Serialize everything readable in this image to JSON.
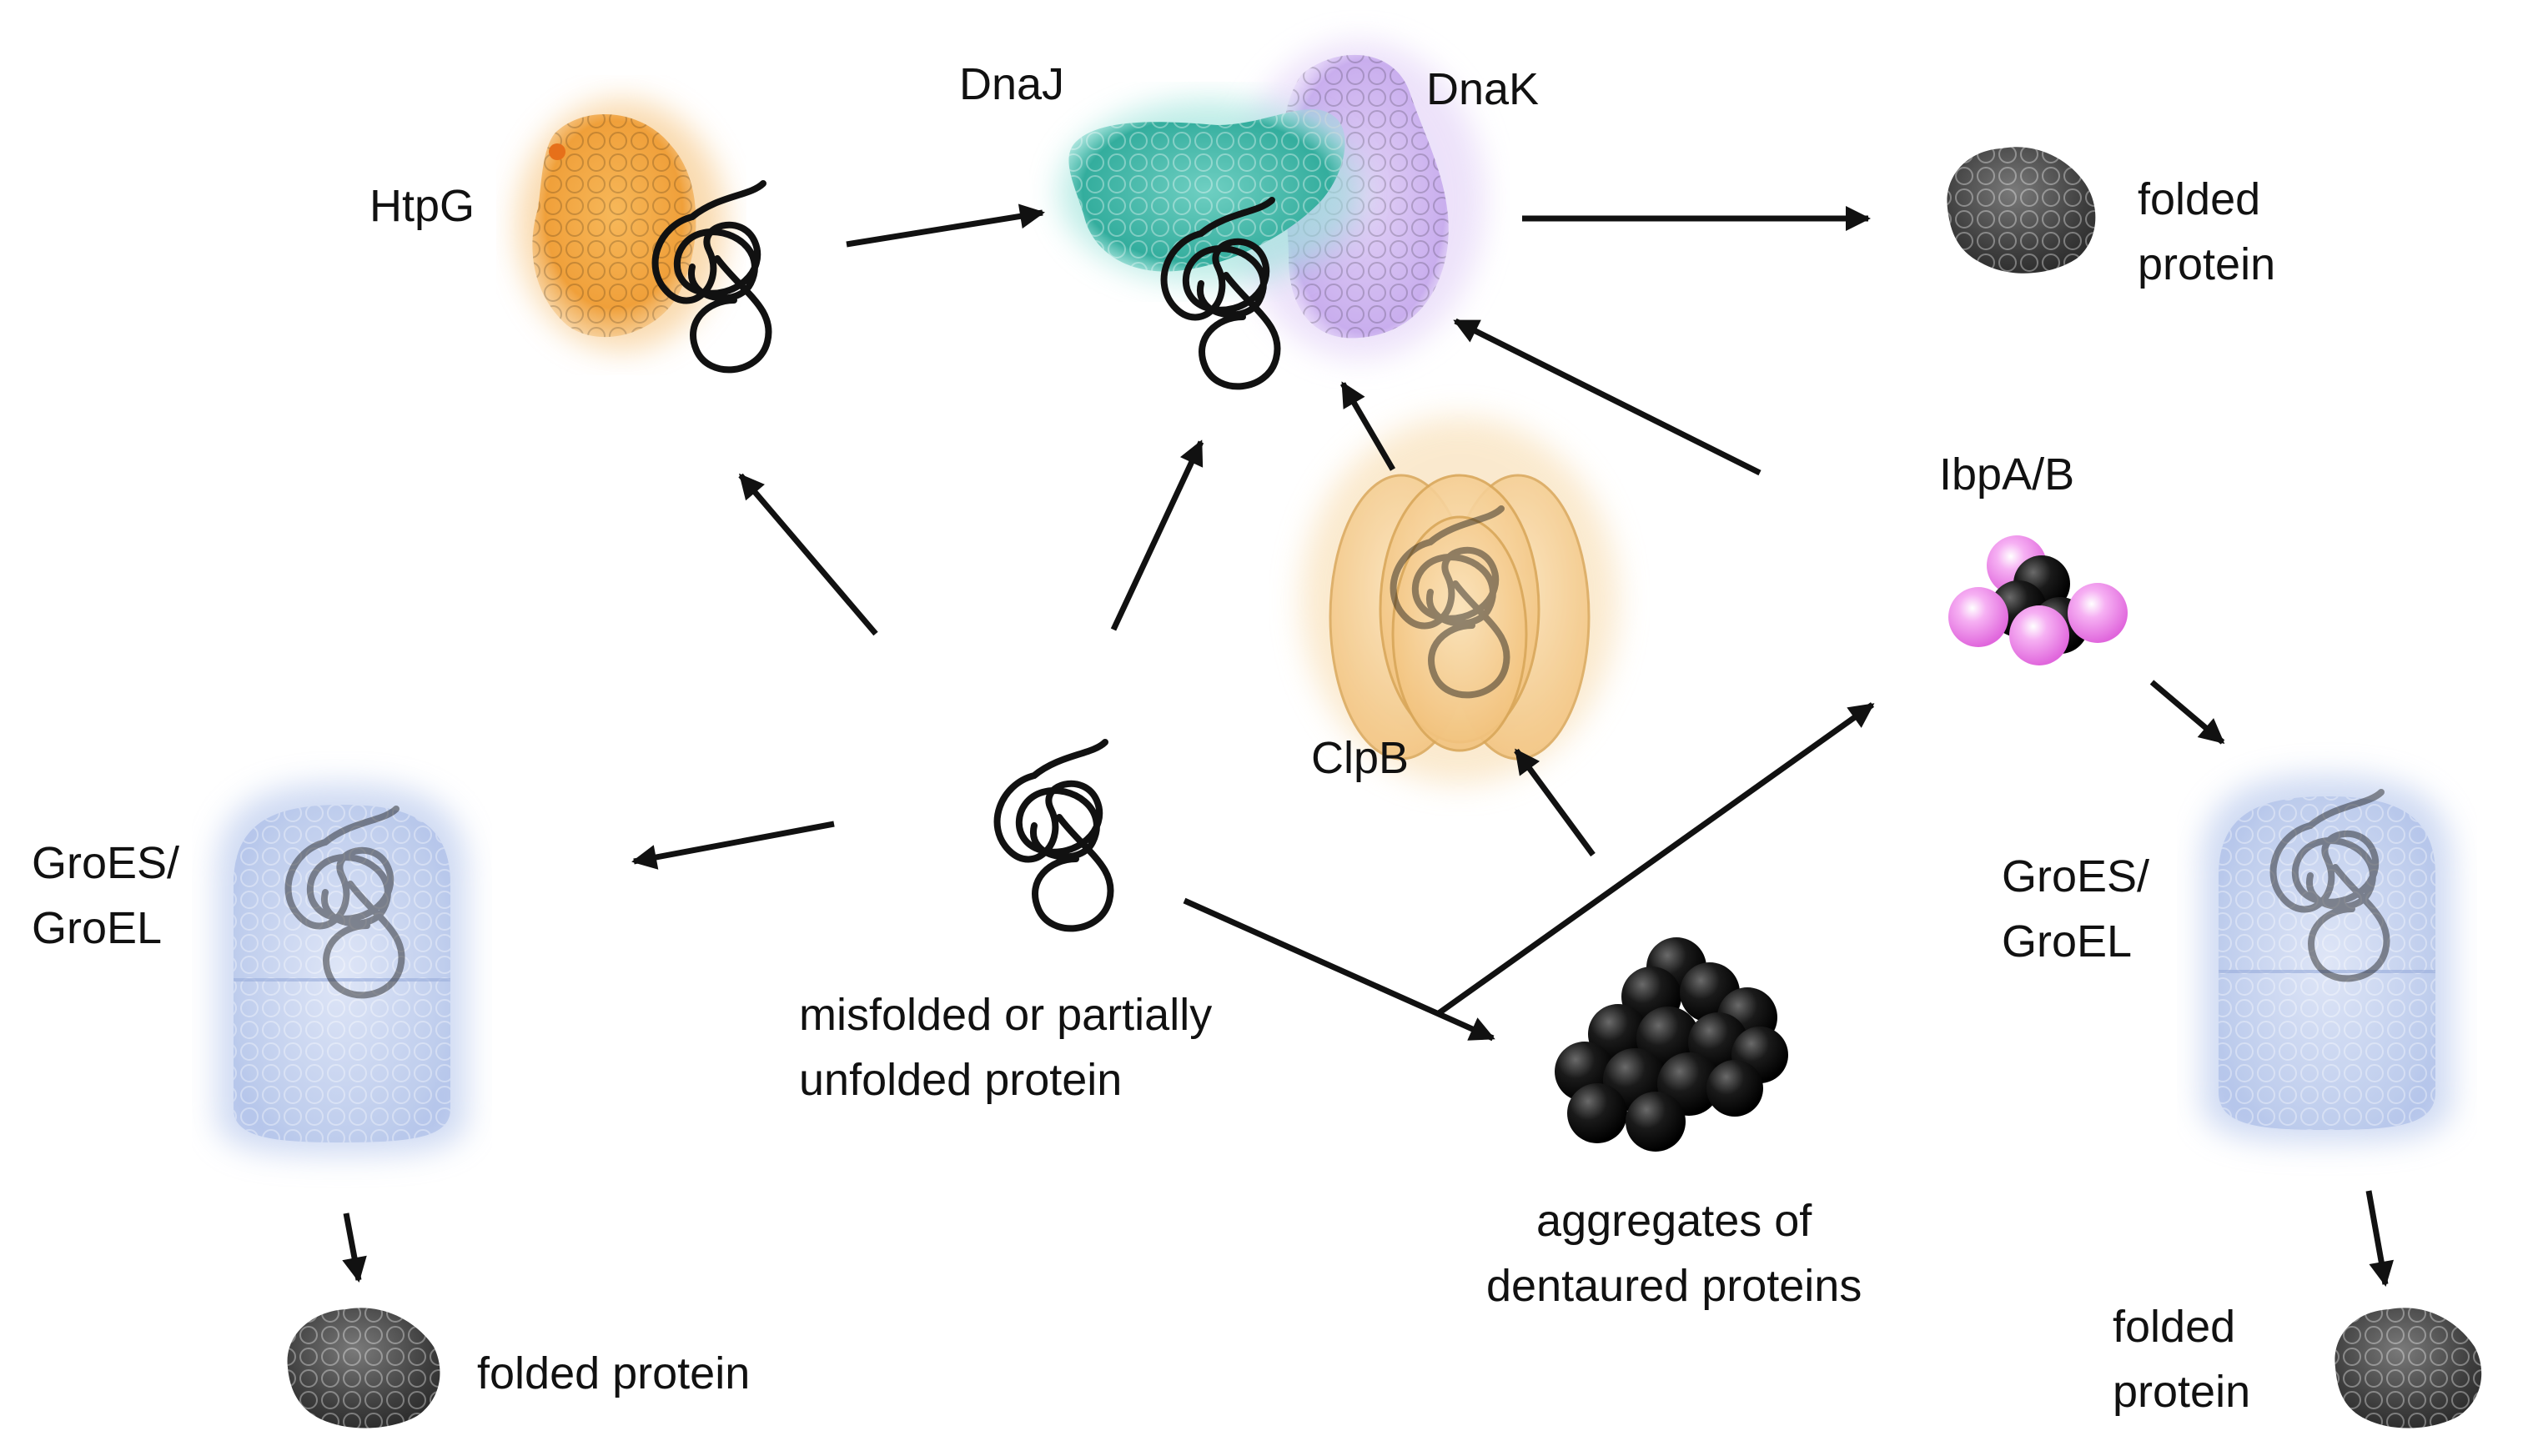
{
  "labels": {
    "htpg": "HtpG",
    "dnaj": "DnaJ",
    "dnak": "DnaK",
    "folded_top": [
      "folded",
      "protein"
    ],
    "ibpa": "IbpA/B",
    "clpb": "ClpB",
    "groes_left": [
      "GroES/",
      "GroEL"
    ],
    "groes_right": [
      "GroES/",
      "GroEL"
    ],
    "misfolded": [
      "misfolded or partially",
      "unfolded protein"
    ],
    "aggregates": [
      "aggregates of",
      "dentaured proteins"
    ],
    "folded_left": "folded protein",
    "folded_right": [
      "folded",
      "protein"
    ]
  },
  "colors": {
    "arrow": "#111111",
    "htpg": "#f3a43a",
    "dnaj": "#3fb7a8",
    "dnak": "#d4bdf0",
    "clpb": "#f4c98a",
    "groel": "#b9c9ee",
    "folded": "#4a4a4a",
    "ibp_pink": "#f08ef0",
    "aggregate": "#141414"
  }
}
